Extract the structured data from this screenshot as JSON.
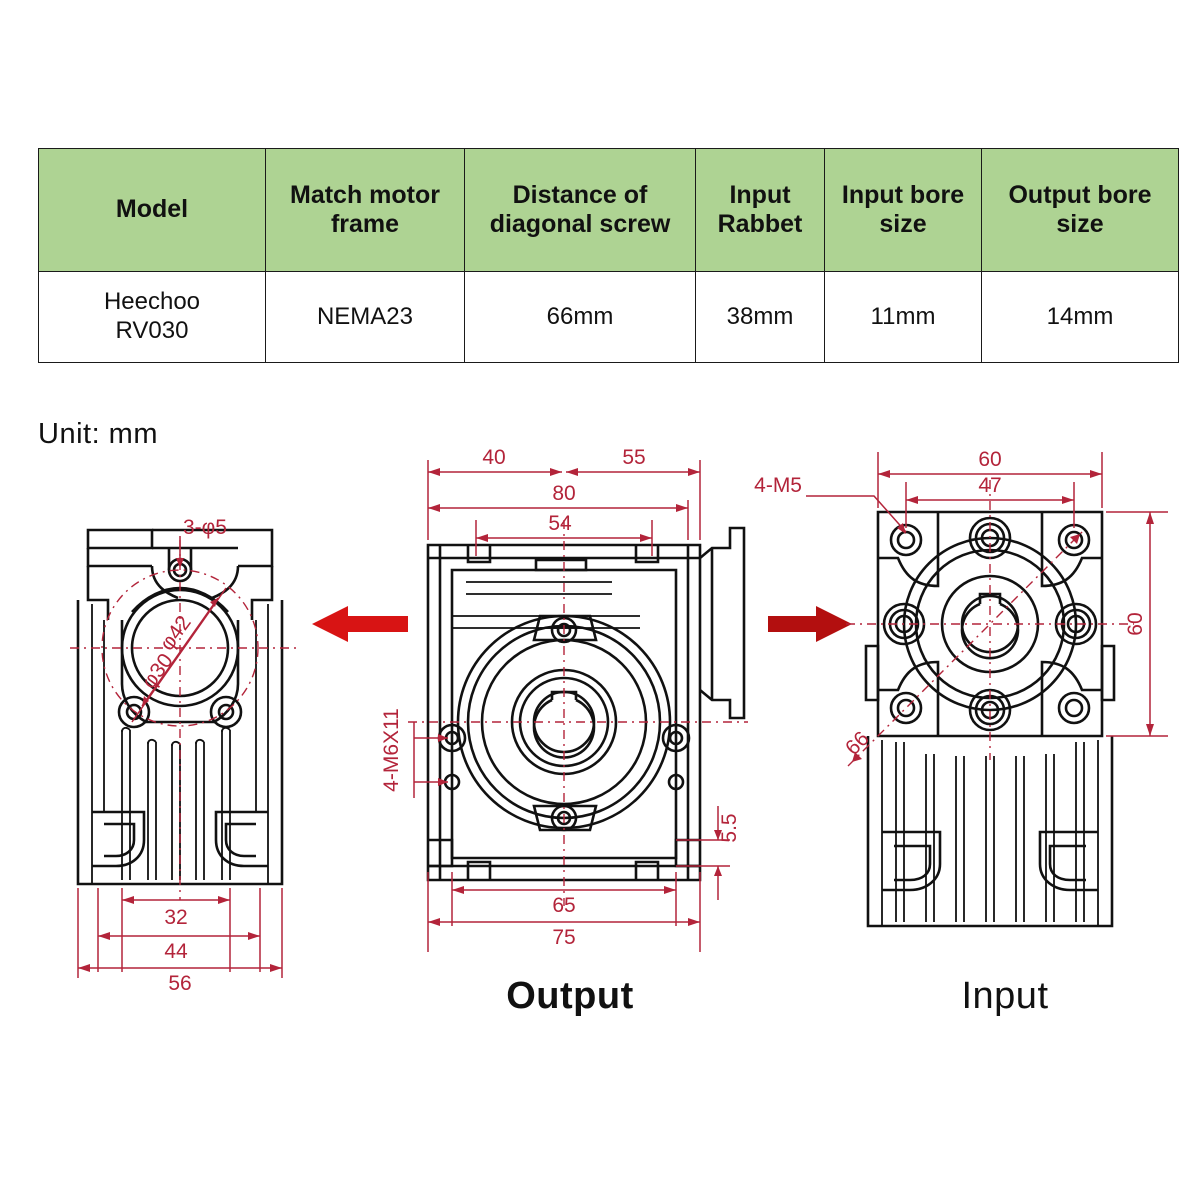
{
  "table": {
    "headers": [
      "Model",
      "Match motor frame",
      "Distance of diagonal screw",
      "Input Rabbet",
      "Input bore size",
      "Output bore size"
    ],
    "header_lines": [
      [
        "Model"
      ],
      [
        "Match motor",
        "frame"
      ],
      [
        "Distance of",
        "diagonal screw"
      ],
      [
        "Input",
        "Rabbet"
      ],
      [
        "Input bore",
        "size"
      ],
      [
        "Output bore",
        "size"
      ]
    ],
    "rows": [
      {
        "model_line1": "Heechoo",
        "model_line2": "RV030",
        "match_motor_frame": "NEMA23",
        "distance_of_diagonal_screw": "66mm",
        "input_rabbet": "38mm",
        "input_bore_size": "11mm",
        "output_bore_size": "14mm"
      }
    ],
    "header_bg": "#aed393",
    "border_color": "#1a1a1a"
  },
  "unit_note": "Unit:  mm",
  "views": {
    "side": {
      "name": "side-view",
      "dimensions": {
        "holes_label": "3-φ5",
        "bore_outer": "φ42",
        "bore_inner": "φ30",
        "width_inner": "32",
        "width_mid": "44",
        "width_outer": "56"
      }
    },
    "output": {
      "caption": "Output",
      "dimensions": {
        "left_offset": "40",
        "right_offset": "55",
        "total_width": "80",
        "flange_width": "54",
        "foot_inner": "65",
        "foot_outer": "75",
        "foot_thickness": "5.5",
        "tapped_holes": "4-M6X11"
      }
    },
    "input": {
      "caption": "Input",
      "dimensions": {
        "flange_width": "60",
        "bolt_spacing": "47",
        "flange_height": "60",
        "diagonal_screw": "66",
        "tapped_holes": "4-M5"
      }
    }
  },
  "arrows": {
    "left_arrow": "arrow-left-icon",
    "right_arrow": "arrow-right-icon",
    "color": "#d81414"
  }
}
